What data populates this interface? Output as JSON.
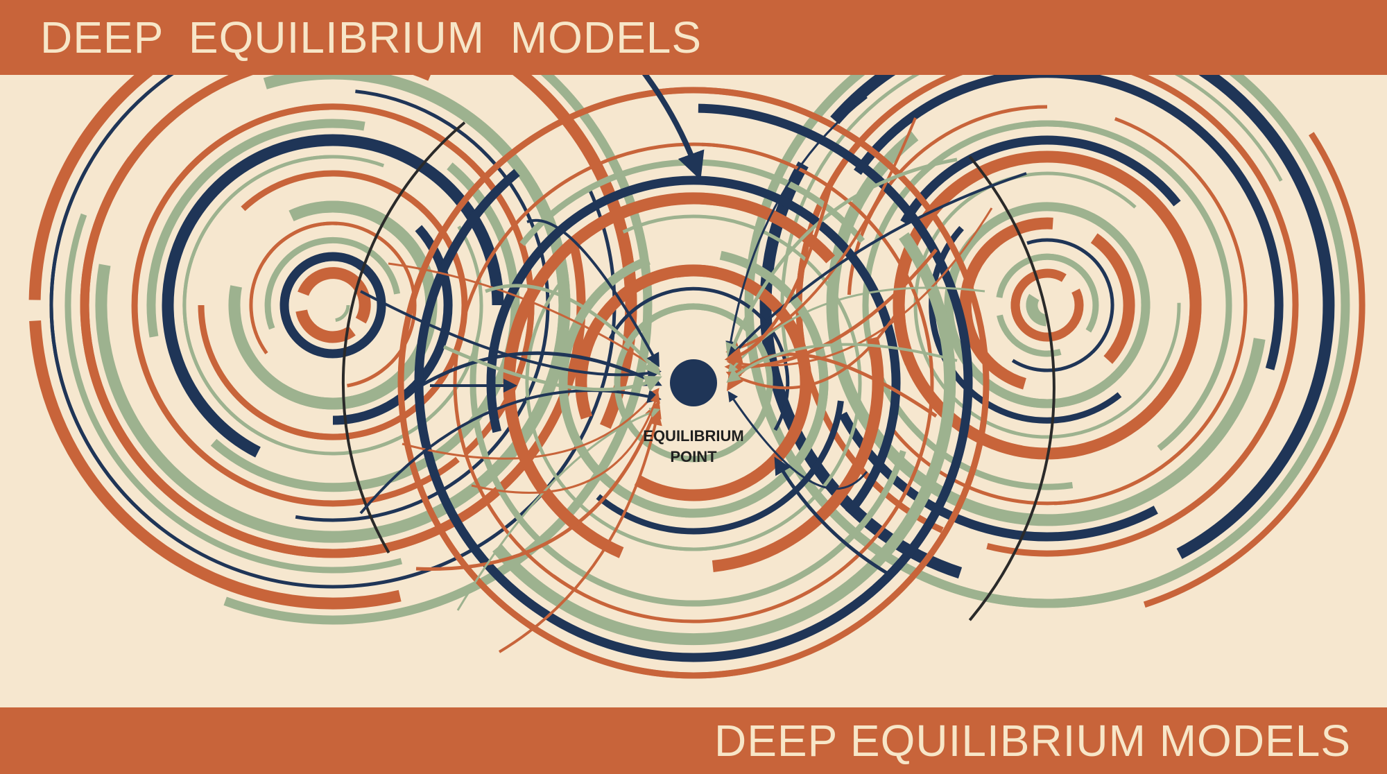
{
  "header": {
    "title": "DEEP  EQUILIBRIUM  MODELS"
  },
  "footer": {
    "title": "DEEP EQUILIBRIUM MODELS"
  },
  "diagram": {
    "center_label_line1": "EQUILIBRIUM",
    "center_label_line2": "POINT"
  },
  "colors": {
    "navy": "#1f3557",
    "rust": "#c8643a",
    "sage": "#9db28f",
    "cream": "#f6e7cf",
    "dark": "#2a2a2a"
  }
}
